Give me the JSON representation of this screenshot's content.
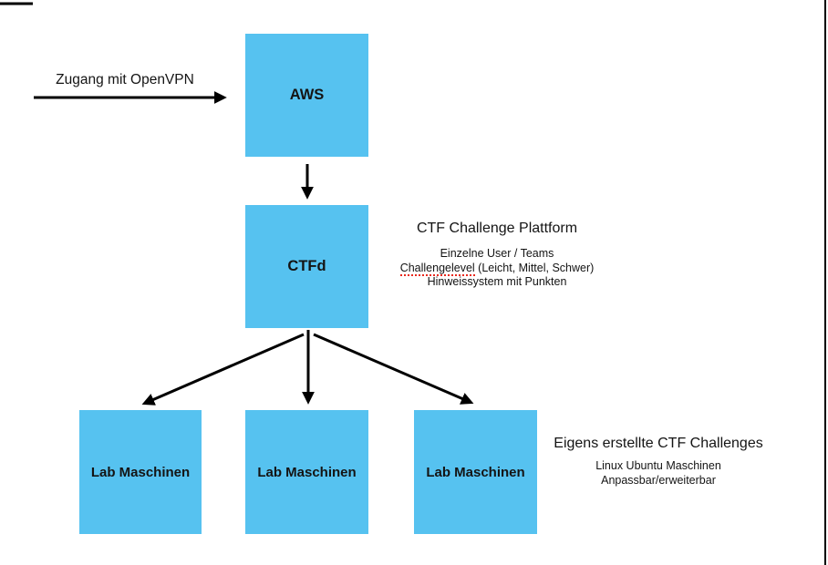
{
  "diagram": {
    "access_label": "Zugang mit OpenVPN",
    "nodes": {
      "aws": {
        "label": "AWS"
      },
      "ctfd": {
        "label": "CTFd"
      },
      "labs": [
        {
          "label": "Lab Maschinen"
        },
        {
          "label": "Lab Maschinen"
        },
        {
          "label": "Lab Maschinen"
        }
      ]
    },
    "ctfd_annotation": {
      "title": "CTF Challenge Plattform",
      "line1": "Einzelne User / Teams",
      "line2_word": "Challengelevel",
      "line2_rest": " (Leicht, Mittel, Schwer)",
      "line3": "Hinweissystem mit Punkten"
    },
    "labs_annotation": {
      "title": "Eigens erstellte CTF Challenges",
      "line1": "Linux Ubuntu Maschinen",
      "line2": "Anpassbar/erweiterbar"
    },
    "colors": {
      "node_fill": "#56C2F0",
      "arrow": "#000000",
      "misspell_underline": "#e8291d"
    }
  }
}
